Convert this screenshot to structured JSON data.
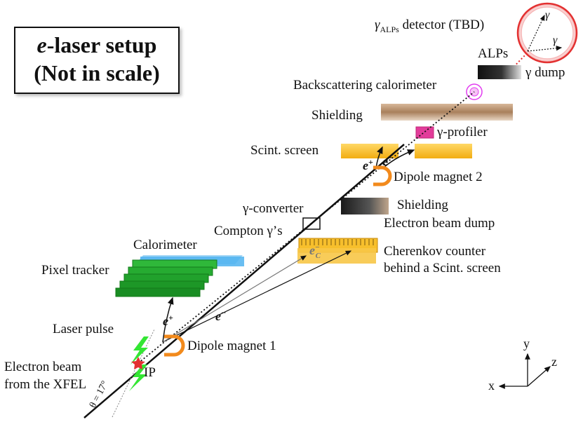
{
  "title": {
    "line1_italic": "e",
    "line1_rest": "-laser setup",
    "line2": "(Not in scale)"
  },
  "labels": {
    "gamma_alps_detector": "detector (TBD)",
    "gamma_alps_symbol": "γ",
    "gamma_alps_sub": "ALPs",
    "alps": "ALPs",
    "gamma_dump": "γ dump",
    "backscattering_calorimeter": "Backscattering calorimeter",
    "shielding_top": "Shielding",
    "gamma_profiler": "γ-profiler",
    "scint_screen": "Scint. screen",
    "dipole_magnet_2": "Dipole magnet 2",
    "gamma_converter": "γ-converter",
    "shielding_mid": "Shielding",
    "compton_gammas": "Compton γ’s",
    "electron_beam_dump": "Electron beam dump",
    "calorimeter": "Calorimeter",
    "cherenkov_line1": "Cherenkov counter",
    "cherenkov_line2": "behind a Scint. screen",
    "pixel_tracker": "Pixel tracker",
    "laser_pulse": "Laser pulse",
    "dipole_magnet_1": "Dipole magnet 1",
    "electron_beam_line1": "Electron beam",
    "electron_beam_line2": "from the XFEL",
    "ip": "IP",
    "theta": "θ = 17°"
  },
  "particles": {
    "e_plus_top": "e",
    "e_plus_top_sup": "+",
    "e_minus_top": "e",
    "e_minus_top_sup": "−",
    "e_plus_bottom": "e",
    "e_plus_bottom_sup": "+",
    "e_minus_bottom": "e",
    "e_minus_bottom_sup": "−",
    "e_c": "e",
    "e_c_sub": "C",
    "e_c_sup": "−",
    "gamma_1": "γ",
    "gamma_2": "γ"
  },
  "axes": {
    "x": "x",
    "y": "y",
    "z": "z"
  },
  "colors": {
    "calorimeter_blue": "#4fb3f0",
    "tracker_green": "#1fa12a",
    "scint_orange": "#f7bf2c",
    "magnet_orange": "#f28a1c",
    "shield_brown": "#b8906c",
    "profiler_pink": "#e23c9a",
    "laser_green": "#33e633",
    "alps_red": "#e33030"
  }
}
